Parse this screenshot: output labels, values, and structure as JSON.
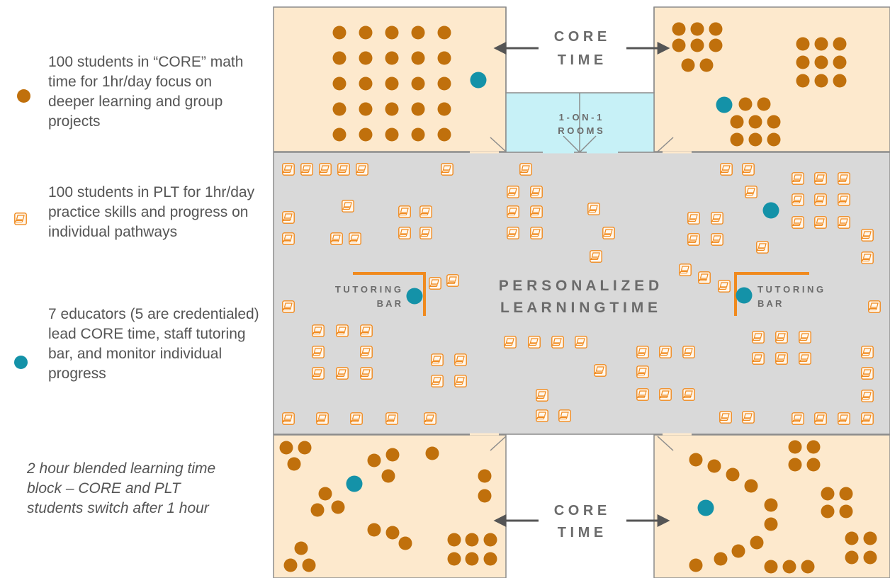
{
  "legend": {
    "core_students": "100 students in “CORE” math time for 1hr/day focus on deeper learning and group projects",
    "plt_students": "100 students in PLT for 1hr/day practice skills and progress on individual pathways",
    "educators": "7 educators (5 are credentialed) lead CORE time, staff tutoring bar, and monitor individual progress",
    "note": "2 hour blended learning time block – CORE and PLT students switch after 1 hour"
  },
  "labels": {
    "core_time_top_1": "C O R E",
    "core_time_top_2": "T I M E",
    "core_time_bottom_1": "C O R E",
    "core_time_bottom_2": "T I M E",
    "one_on_one_1": "1 - O N - 1",
    "one_on_one_2": "R O O M S",
    "plt_1": "P E R S O N A L I Z E D",
    "plt_2": "L E A R N I N G   T I M E",
    "tutoring_left_1": "T U T O R I N G",
    "tutoring_left_2": "B A R",
    "tutoring_right_1": "T U T O R I N G",
    "tutoring_right_2": "B A R"
  },
  "colors": {
    "core_room": "#fde9cd",
    "plt_area": "#d9d9d9",
    "rooms_1on1": "#c7f1f7",
    "student_dot": "#c0700c",
    "educator_dot": "#1492a8",
    "laptop": "#f08a1e",
    "wall": "#8c8c8c",
    "text_gray": "#6b6b6b",
    "arrow": "#555555"
  },
  "icons": {
    "student": "student-dot-icon",
    "laptop": "laptop-icon",
    "educator": "educator-dot-icon"
  }
}
